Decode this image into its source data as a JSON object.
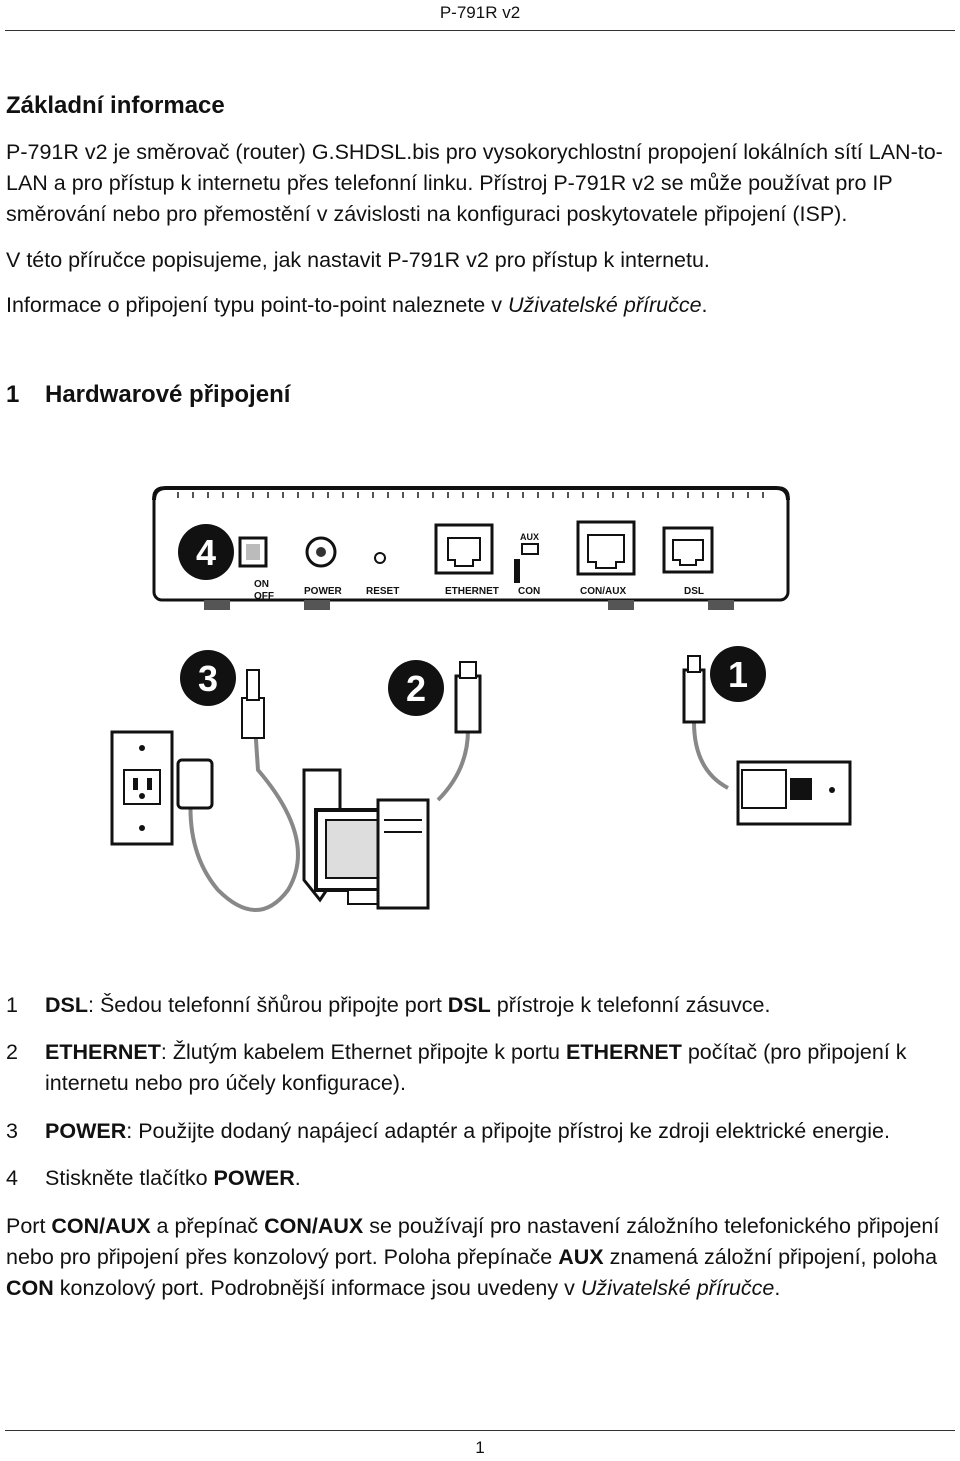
{
  "header": {
    "title": "P-791R v2"
  },
  "intro": {
    "title": "Základní informace",
    "p1": "P-791R v2 je směrovač (router) G.SHDSL.bis pro vysokorychlostní propojení lokálních sítí LAN-to-LAN a pro přístup k internetu přes telefonní linku. Přístroj P-791R v2 se může používat pro IP směrování nebo pro přemostění v závislosti na konfiguraci poskytovatele připojení (ISP).",
    "p2": "V této příručce popisujeme, jak nastavit P-791R v2 pro přístup k internetu.",
    "p3_pre": "Informace o připojení typu point-to-point naleznete v ",
    "p3_ref": "Uživatelské příručce",
    "p3_post": "."
  },
  "section1": {
    "number": "1",
    "title": "Hardwarové připojení",
    "figure": {
      "port_labels": [
        "ON",
        "OFF",
        "POWER",
        "RESET",
        "ETHERNET",
        "AUX",
        "CON",
        "CON/AUX",
        "DSL"
      ],
      "callouts": [
        "4",
        "3",
        "2",
        "1"
      ]
    },
    "steps": [
      {
        "n": "1",
        "label": "DSL",
        "sep": ": ",
        "pre": "Šedou telefonní šňůrou připojte port ",
        "bold2": "DSL",
        "post": " přístroje k telefonní zásuvce."
      },
      {
        "n": "2",
        "label": "ETHERNET",
        "sep": ": ",
        "pre": "Žlutým kabelem Ethernet připojte k portu ",
        "bold2": "ETHERNET",
        "post": " počítač (pro připojení k internetu nebo pro účely konfigurace)."
      },
      {
        "n": "3",
        "label": "POWER",
        "sep": ": ",
        "pre": "Použijte dodaný napájecí adaptér a připojte přístroj ke zdroji elektrické energie.",
        "bold2": "",
        "post": ""
      },
      {
        "n": "4",
        "label": "",
        "sep": "",
        "pre": "Stiskněte tlačítko ",
        "bold2": "POWER",
        "post": "."
      }
    ],
    "note": {
      "t1": "Port ",
      "b1": "CON/AUX",
      "t2": " a přepínač ",
      "b2": "CON/AUX",
      "t3": " se používají pro nastavení záložního telefonického připojení nebo pro připojení přes konzolový port. Poloha přepínače ",
      "b3": "AUX",
      "t4": " znamená záložní připojení, poloha ",
      "b4": "CON",
      "t5": " konzolový port. Podrobnější informace jsou uvedeny v ",
      "i1": "Uživatelské příručce",
      "t6": "."
    }
  },
  "footer": {
    "page": "1"
  }
}
